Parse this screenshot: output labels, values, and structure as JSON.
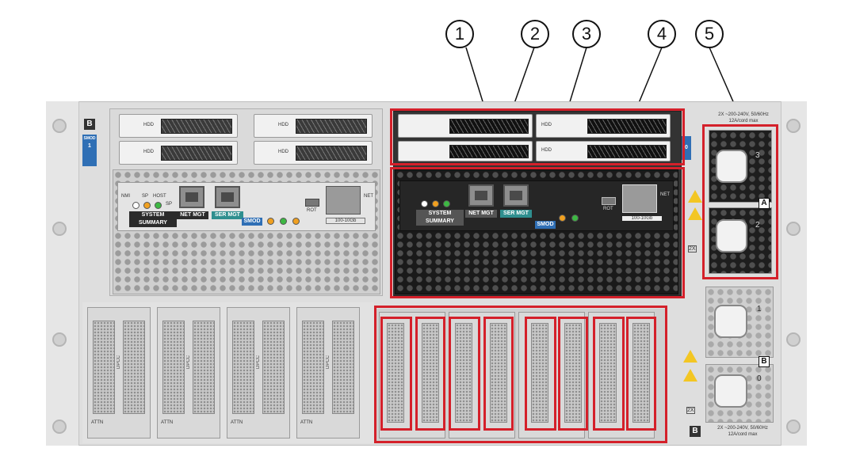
{
  "callouts": [
    "1",
    "2",
    "3",
    "4",
    "5"
  ],
  "chassis": {
    "smod_left": {
      "slot_badge": "B",
      "side_tag_top": "SMOD",
      "side_tag_num": "1",
      "drive_label": "HDD",
      "net_mgt": "NET MGT",
      "ser_mgt": "SER MGT",
      "system_summary": "SYSTEM SUMMARY",
      "smod_badge": "SMOD",
      "net_label": "NET",
      "rot_label": "ROT",
      "speed_label": "100-10Gb",
      "led_labels": [
        "NMI",
        "SP",
        "HOST",
        "SP"
      ]
    },
    "smod_right": {
      "drive_label": "HDD",
      "net_mgt": "NET MGT",
      "ser_mgt": "SER MGT",
      "system_summary": "SYSTEM SUMMARY",
      "smod_badge": "SMOD",
      "net_label": "NET",
      "rot_label": "ROT",
      "speed_label": "100-10Gb",
      "side_tag_num": "0"
    },
    "dpcc_label": "DPCC",
    "attn_label": "ATTN",
    "psu": {
      "rating_top": "2X ~200-240V, 50/60Hz",
      "rating_top_2": "12A/cord max",
      "rating_bottom": "2X ~200-240V, 50/60Hz",
      "rating_bottom_2": "12A/cord max",
      "labels": [
        "3",
        "2",
        "1",
        "0"
      ],
      "badge_a": "A",
      "badge_b": "B",
      "cord_count": "2X"
    }
  },
  "colors": {
    "highlight": "#d4202a",
    "amber": "#f0a020",
    "green": "#3db843",
    "teal": "#2f8f8f",
    "blue": "#2f6fb5"
  }
}
